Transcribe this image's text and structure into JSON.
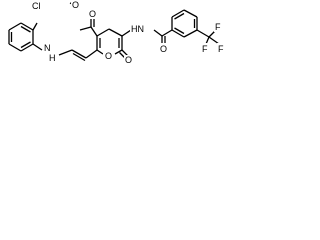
{
  "molecule": {
    "atom_labels": {
      "chlorine": "Cl",
      "amine_nh": "N",
      "amine_h": "H",
      "ester_o_carbonyl": "O",
      "ester_o_ether": "O",
      "ring_oxygen": "O",
      "lactone_o": "O",
      "amide_nh": "HN",
      "amide_o": "O",
      "f_top": "F",
      "f_left": "F",
      "f_right": "F"
    }
  }
}
